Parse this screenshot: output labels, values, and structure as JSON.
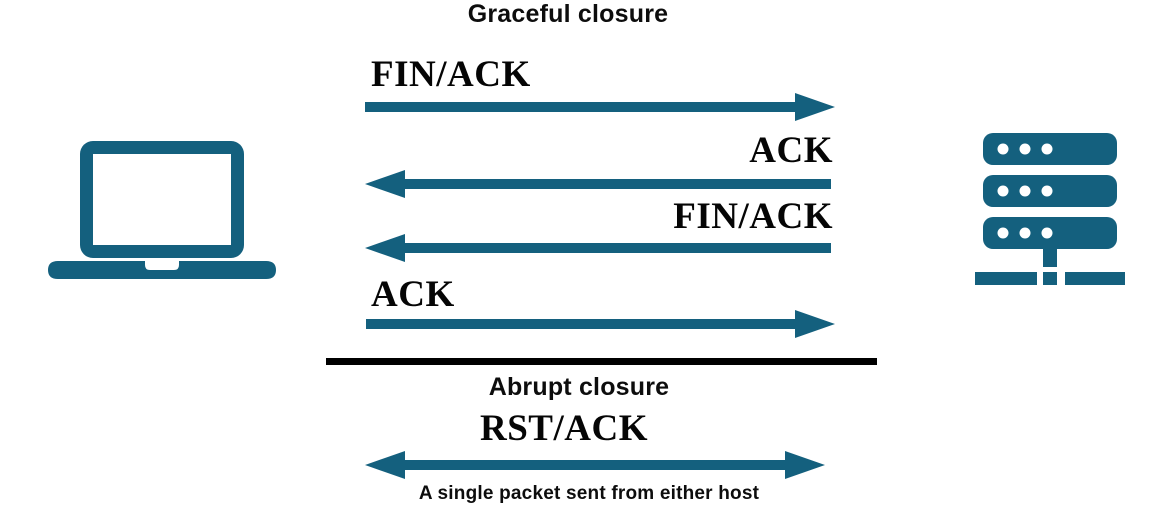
{
  "diagram": {
    "type": "tcp-connection-closure-sequence",
    "colors": {
      "accent": "#14607e",
      "text": "#0d0d0d",
      "divider": "#000000"
    },
    "endpoints": {
      "left": {
        "icon": "laptop-icon",
        "role": "client"
      },
      "right": {
        "icon": "server-icon",
        "role": "server"
      }
    },
    "sections": {
      "graceful": {
        "title": "Graceful closure",
        "messages": [
          {
            "label": "FIN/ACK",
            "direction": "right"
          },
          {
            "label": "ACK",
            "direction": "left"
          },
          {
            "label": "FIN/ACK",
            "direction": "left"
          },
          {
            "label": "ACK",
            "direction": "right"
          }
        ]
      },
      "abrupt": {
        "title": "Abrupt closure",
        "messages": [
          {
            "label": "RST/ACK",
            "direction": "both"
          }
        ],
        "caption": "A single packet sent from either host"
      }
    }
  }
}
